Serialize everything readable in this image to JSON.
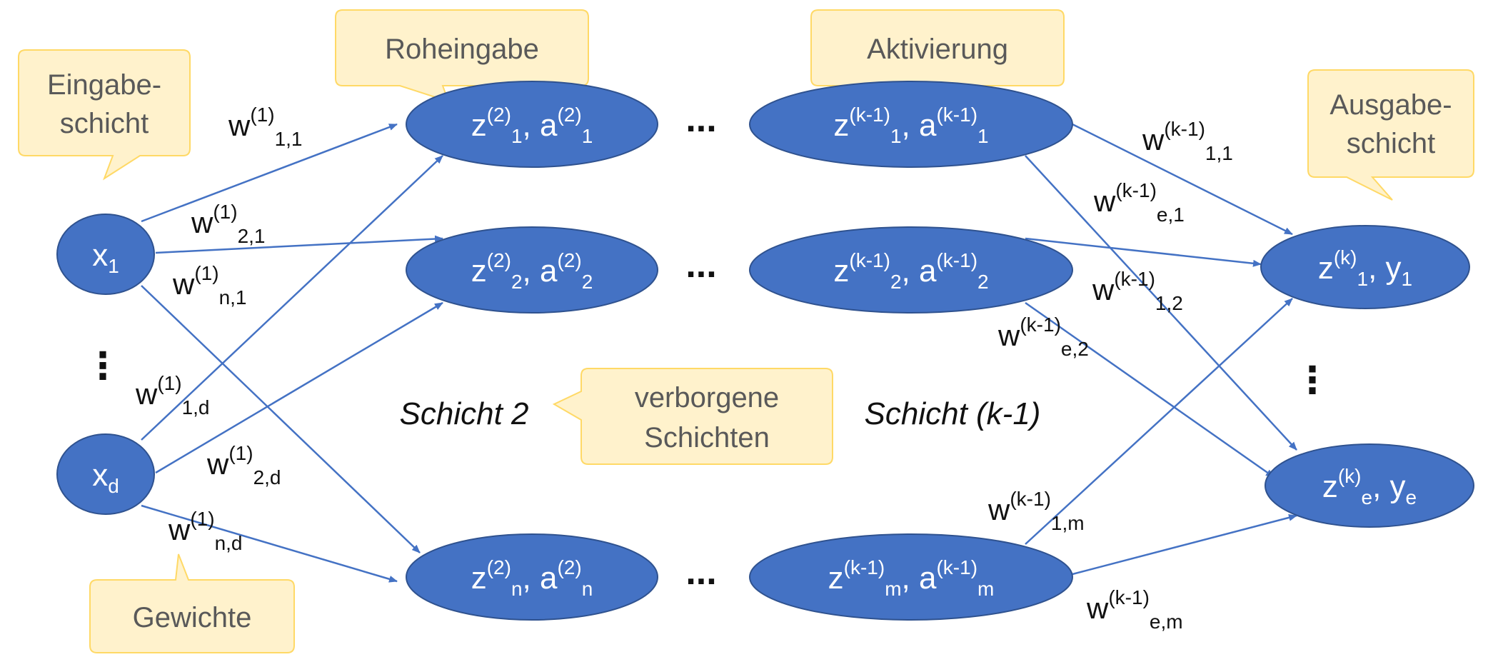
{
  "colors": {
    "node_fill": "#4472C4",
    "node_stroke": "#2F528F",
    "edge": "#4472C4",
    "callout_fill": "#FFF2CC",
    "callout_stroke": "#FFD966"
  },
  "callouts": {
    "eingabe_line1": "Eingabe-",
    "eingabe_line2": "schicht",
    "roheingabe": "Roheingabe",
    "aktivierung": "Aktivierung",
    "ausgabe_line1": "Ausgabe-",
    "ausgabe_line2": "schicht",
    "verborgen_line1": "verborgene",
    "verborgen_line2": "Schichten",
    "gewichte": "Gewichte"
  },
  "layers": {
    "schicht2": "Schicht 2",
    "schicht_k1": "Schicht (k-1)"
  },
  "dots": {
    "horizontal": "...",
    "vertical": "⋮"
  },
  "nodes": {
    "x1": {
      "base": "x",
      "sub": "1"
    },
    "xd": {
      "base": "x",
      "sub": "d"
    },
    "l2_1": {
      "z": "z",
      "zsup": "(2)",
      "zsub": "1",
      "sep": ", ",
      "a": "a",
      "asup": "(2)",
      "asub": "1"
    },
    "l2_2": {
      "z": "z",
      "zsup": "(2)",
      "zsub": "2",
      "sep": ", ",
      "a": "a",
      "asup": "(2)",
      "asub": "2"
    },
    "l2_n": {
      "z": "z",
      "zsup": "(2)",
      "zsub": "n",
      "sep": ", ",
      "a": "a",
      "asup": "(2)",
      "asub": "n"
    },
    "lk1_1": {
      "z": "z",
      "zsup": "(k-1)",
      "zsub": "1",
      "sep": ", ",
      "a": "a",
      "asup": "(k-1)",
      "asub": "1"
    },
    "lk1_2": {
      "z": "z",
      "zsup": "(k-1)",
      "zsub": "2",
      "sep": ", ",
      "a": "a",
      "asup": "(k-1)",
      "asub": "2"
    },
    "lk1_m": {
      "z": "z",
      "zsup": "(k-1)",
      "zsub": "m",
      "sep": ", ",
      "a": "a",
      "asup": "(k-1)",
      "asub": "m"
    },
    "out_1": {
      "z": "z",
      "zsup": "(k)",
      "zsub": "1",
      "sep": ", ",
      "y": "y",
      "ysub": "1"
    },
    "out_e": {
      "z": "z",
      "zsup": "(k)",
      "zsub": "e",
      "sep": ", ",
      "y": "y",
      "ysub": "e"
    }
  },
  "weights": {
    "w11": {
      "base": "w",
      "sup": "(1)",
      "sub": "1,1"
    },
    "w21": {
      "base": "w",
      "sup": "(1)",
      "sub": "2,1"
    },
    "wn1": {
      "base": "w",
      "sup": "(1)",
      "sub": "n,1"
    },
    "w1d": {
      "base": "w",
      "sup": "(1)",
      "sub": "1,d"
    },
    "w2d": {
      "base": "w",
      "sup": "(1)",
      "sub": "2,d"
    },
    "wnd": {
      "base": "w",
      "sup": "(1)",
      "sub": "n,d"
    },
    "wk11": {
      "base": "w",
      "sup": "(k-1)",
      "sub": "1,1"
    },
    "wke1": {
      "base": "w",
      "sup": "(k-1)",
      "sub": "e,1"
    },
    "wk12": {
      "base": "w",
      "sup": "(k-1)",
      "sub": "1,2"
    },
    "wke2": {
      "base": "w",
      "sup": "(k-1)",
      "sub": "e,2"
    },
    "wk1m": {
      "base": "w",
      "sup": "(k-1)",
      "sub": "1,m"
    },
    "wkem": {
      "base": "w",
      "sup": "(k-1)",
      "sub": "e,m"
    }
  }
}
